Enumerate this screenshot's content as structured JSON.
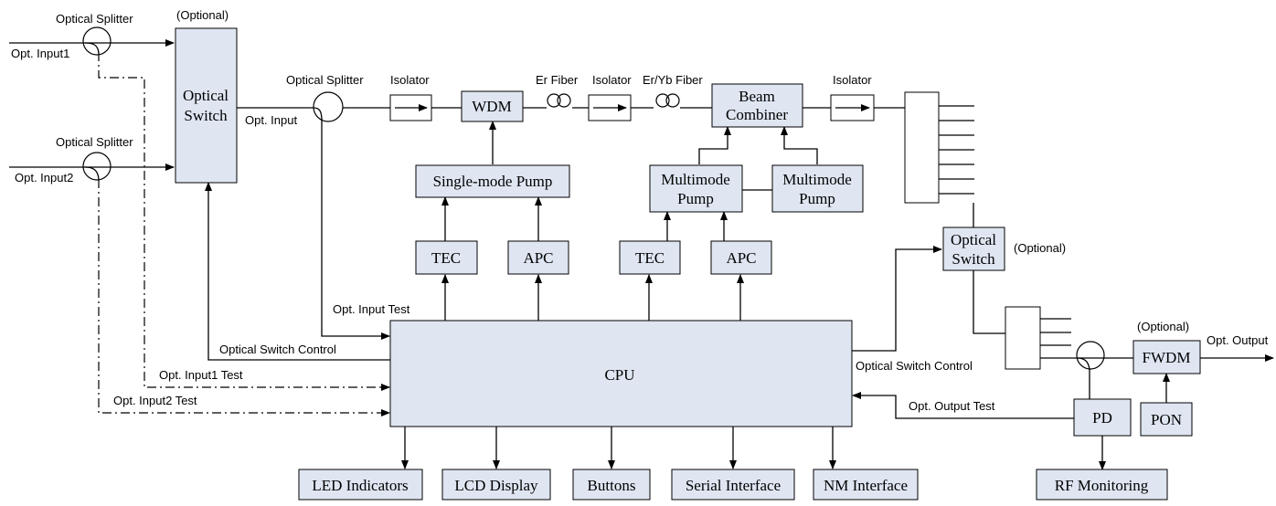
{
  "labels": {
    "optional_top": "(Optional)",
    "optional_switch2": "(Optional)",
    "optional_fwdm": "(Optional)",
    "optical_splitter_1": "Optical Splitter",
    "optical_splitter_2": "Optical Splitter",
    "optical_splitter_3": "Optical Splitter",
    "opt_input1": "Opt. Input1",
    "opt_input2": "Opt. Input2",
    "opt_input": "Opt. Input",
    "isolator_1": "Isolator",
    "isolator_2": "Isolator",
    "isolator_3": "Isolator",
    "er_fiber": "Er Fiber",
    "er_yb_fiber": "Er/Yb Fiber",
    "opt_input_test": "Opt. Input Test",
    "optical_switch_control_left": "Optical Switch Control",
    "opt_input1_test": "Opt. Input1 Test",
    "opt_input2_test": "Opt. Input2 Test",
    "optical_switch_control_right": "Optical Switch Control",
    "opt_output_test": "Opt. Output Test",
    "opt_output": "Opt. Output"
  },
  "blocks": {
    "optical_switch_main_l1": "Optical",
    "optical_switch_main_l2": "Switch",
    "wdm": "WDM",
    "beam_combiner_l1": "Beam",
    "beam_combiner_l2": "Combiner",
    "single_mode_pump": "Single-mode Pump",
    "multimode_pump_a_l1": "Multimode",
    "multimode_pump_a_l2": "Pump",
    "multimode_pump_b_l1": "Multimode",
    "multimode_pump_b_l2": "Pump",
    "tec_1": "TEC",
    "apc_1": "APC",
    "tec_2": "TEC",
    "apc_2": "APC",
    "optical_switch_out_l1": "Optical",
    "optical_switch_out_l2": "Switch",
    "cpu": "CPU",
    "fwdm": "FWDM",
    "pd": "PD",
    "pon": "PON",
    "led_indicators": "LED Indicators",
    "lcd_display": "LCD Display",
    "buttons": "Buttons",
    "serial_interface": "Serial Interface",
    "nm_interface": "NM Interface",
    "rf_monitoring": "RF Monitoring"
  },
  "colors": {
    "block_fill": "#dfe6f2",
    "line": "#000000",
    "background": "#ffffff"
  }
}
